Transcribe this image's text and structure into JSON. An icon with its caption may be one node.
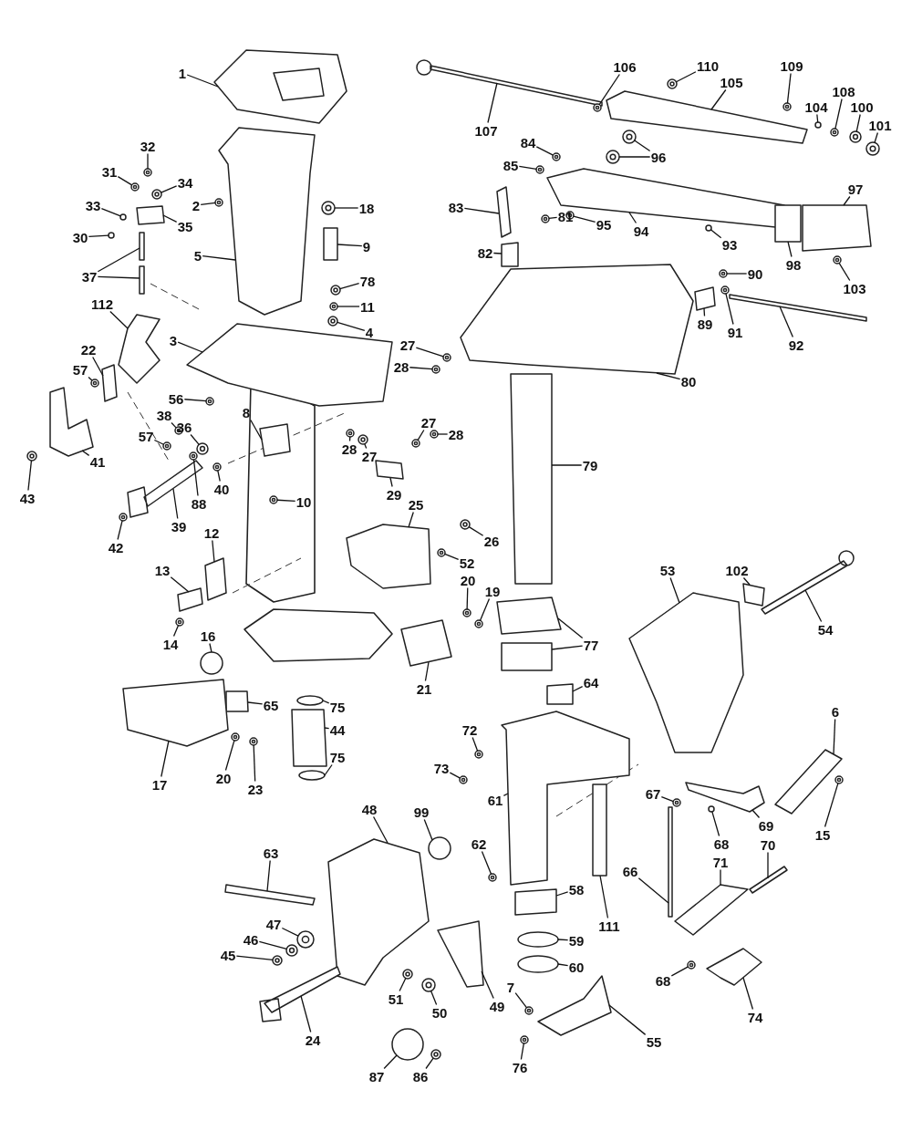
{
  "diagram": {
    "nodes": [
      {
        "text": [
          "1"
        ]
      },
      {
        "text": [
          "32"
        ]
      },
      {
        "text": [
          "31"
        ]
      },
      {
        "text": [
          "34"
        ]
      },
      {
        "text": [
          "2"
        ]
      },
      {
        "text": [
          "18"
        ]
      },
      {
        "text": [
          "33"
        ]
      },
      {
        "text": [
          "35"
        ]
      },
      {
        "text": [
          "30"
        ]
      },
      {
        "text": [
          "9"
        ]
      },
      {
        "text": [
          "5"
        ]
      },
      {
        "text": [
          "37"
        ]
      },
      {
        "text": [
          "78"
        ]
      },
      {
        "text": [
          "112"
        ]
      },
      {
        "text": [
          "11"
        ]
      },
      {
        "text": [
          "4"
        ]
      },
      {
        "text": [
          "3"
        ]
      },
      {
        "text": [
          "22"
        ]
      },
      {
        "text": [
          "57"
        ]
      },
      {
        "text": [
          "56"
        ]
      },
      {
        "text": [
          "8"
        ]
      },
      {
        "text": [
          "38"
        ]
      },
      {
        "text": [
          "36"
        ]
      },
      {
        "text": [
          "57"
        ]
      },
      {
        "text": [
          "41"
        ]
      },
      {
        "text": [
          "43"
        ]
      },
      {
        "text": [
          "40"
        ]
      },
      {
        "text": [
          "88"
        ]
      },
      {
        "text": [
          "10"
        ]
      },
      {
        "text": [
          "39"
        ]
      },
      {
        "text": [
          "42"
        ]
      },
      {
        "text": [
          "12"
        ]
      },
      {
        "text": [
          "13"
        ]
      },
      {
        "text": [
          "16"
        ]
      },
      {
        "text": [
          "14"
        ]
      },
      {
        "text": [
          "107"
        ]
      },
      {
        "text": [
          "106"
        ]
      },
      {
        "text": [
          "110"
        ]
      },
      {
        "text": [
          "109"
        ]
      },
      {
        "text": [
          "105"
        ]
      },
      {
        "text": [
          "108"
        ]
      },
      {
        "text": [
          "100"
        ]
      },
      {
        "text": [
          "104"
        ]
      },
      {
        "text": [
          "101"
        ]
      },
      {
        "text": [
          "84"
        ]
      },
      {
        "text": [
          "96"
        ]
      },
      {
        "text": [
          "85"
        ]
      },
      {
        "text": [
          "97"
        ]
      },
      {
        "text": [
          "83"
        ]
      },
      {
        "text": [
          "81"
        ]
      },
      {
        "text": [
          "95"
        ]
      },
      {
        "text": [
          "94"
        ]
      },
      {
        "text": [
          "93"
        ]
      },
      {
        "text": [
          "82"
        ]
      },
      {
        "text": [
          "98"
        ]
      },
      {
        "text": [
          "90"
        ]
      },
      {
        "text": [
          "103"
        ]
      },
      {
        "text": [
          "89"
        ]
      },
      {
        "text": [
          "91"
        ]
      },
      {
        "text": [
          "92"
        ]
      },
      {
        "text": [
          "27"
        ]
      },
      {
        "text": [
          "28"
        ]
      },
      {
        "text": [
          "80"
        ]
      },
      {
        "text": [
          "27"
        ]
      },
      {
        "text": [
          "28"
        ]
      },
      {
        "text": [
          "28"
        ]
      },
      {
        "text": [
          "27"
        ]
      },
      {
        "text": [
          "79"
        ]
      },
      {
        "text": [
          "29"
        ]
      },
      {
        "text": [
          "25"
        ]
      },
      {
        "text": [
          "26"
        ]
      },
      {
        "text": [
          "52"
        ]
      },
      {
        "text": [
          "53"
        ]
      },
      {
        "text": [
          "102"
        ]
      },
      {
        "text": [
          "20"
        ]
      },
      {
        "text": [
          "19"
        ]
      },
      {
        "text": [
          "54"
        ]
      },
      {
        "text": [
          "77"
        ]
      },
      {
        "text": [
          "64"
        ]
      },
      {
        "text": [
          "21"
        ]
      },
      {
        "text": [
          "65"
        ]
      },
      {
        "text": [
          "75"
        ]
      },
      {
        "text": [
          "6"
        ]
      },
      {
        "text": [
          "44"
        ]
      },
      {
        "text": [
          "72"
        ]
      },
      {
        "text": [
          "75"
        ]
      },
      {
        "text": [
          "73"
        ]
      },
      {
        "text": [
          "20"
        ]
      },
      {
        "text": [
          "17"
        ]
      },
      {
        "text": [
          "23"
        ]
      },
      {
        "text": [
          "67"
        ]
      },
      {
        "text": [
          "61"
        ]
      },
      {
        "text": [
          "48"
        ]
      },
      {
        "text": [
          "99"
        ]
      },
      {
        "text": [
          "69"
        ]
      },
      {
        "text": [
          "15"
        ]
      },
      {
        "text": [
          "68"
        ]
      },
      {
        "text": [
          "62"
        ]
      },
      {
        "text": [
          "70"
        ]
      },
      {
        "text": [
          "63"
        ]
      },
      {
        "text": [
          "71"
        ]
      },
      {
        "text": [
          "66"
        ]
      },
      {
        "text": [
          "58"
        ]
      },
      {
        "text": [
          "47"
        ]
      },
      {
        "text": [
          "111"
        ]
      },
      {
        "text": [
          "46"
        ]
      },
      {
        "text": [
          "59"
        ]
      },
      {
        "text": [
          "45"
        ]
      },
      {
        "text": [
          "60"
        ]
      },
      {
        "text": [
          "68"
        ]
      },
      {
        "text": [
          "7"
        ]
      },
      {
        "text": [
          "51"
        ]
      },
      {
        "text": [
          "49"
        ]
      },
      {
        "text": [
          "50"
        ]
      },
      {
        "text": [
          "74"
        ]
      },
      {
        "text": [
          "24"
        ]
      },
      {
        "text": [
          "55"
        ]
      },
      {
        "text": [
          "76"
        ]
      },
      {
        "text": [
          "87"
        ]
      },
      {
        "text": [
          "86"
        ]
      },
      {
        "text": [],
        "shape": "box"
      },
      {
        "text": [],
        "shape": "circle"
      },
      {
        "text": [],
        "shape": "circle"
      },
      {
        "text": [],
        "shape": "circle"
      },
      {
        "text": [],
        "shape": "circle"
      },
      {
        "text": [],
        "shape": "circle"
      },
      {
        "text": [],
        "shape": "circle"
      },
      {
        "text": [],
        "shape": "box"
      },
      {
        "text": [],
        "shape": "circle"
      },
      {
        "text": [],
        "shape": "box"
      },
      {
        "text": [],
        "shape": "box"
      },
      {
        "text": [],
        "shape": "bar"
      },
      {
        "text": [],
        "shape": "bar"
      },
      {
        "text": [],
        "shape": "circle"
      },
      {
        "text": [],
        "shape": "box"
      },
      {
        "text": [],
        "shape": "circle"
      },
      {
        "text": [],
        "shape": "circle"
      },
      {
        "text": [],
        "shape": "box"
      },
      {
        "text": [],
        "shape": "box"
      },
      {
        "text": [],
        "shape": "circle"
      },
      {
        "text": [],
        "shape": "circle"
      },
      {
        "text": [],
        "shape": "box"
      },
      {
        "text": [],
        "shape": "circle"
      },
      {
        "text": [],
        "shape": "circle"
      },
      {
        "text": [],
        "shape": "circle"
      },
      {
        "text": [],
        "shape": "box"
      },
      {
        "text": [],
        "shape": "circle"
      },
      {
        "text": [],
        "shape": "circle"
      },
      {
        "text": [],
        "shape": "circle"
      },
      {
        "text": [],
        "shape": "circle"
      },
      {
        "text": [],
        "shape": "box"
      },
      {
        "text": [],
        "shape": "circle"
      },
      {
        "text": [],
        "shape": "box"
      },
      {
        "text": [],
        "shape": "box"
      },
      {
        "text": [],
        "shape": "circle"
      },
      {
        "text": [],
        "shape": "circle"
      },
      {
        "text": [],
        "shape": "bar"
      },
      {
        "text": [],
        "shape": "circle"
      },
      {
        "text": [],
        "shape": "circle"
      },
      {
        "text": [],
        "shape": "circle"
      },
      {
        "text": [],
        "shape": "box"
      },
      {
        "text": [],
        "shape": "circle"
      },
      {
        "text": [],
        "shape": "circle"
      },
      {
        "text": [],
        "shape": "circle"
      },
      {
        "text": [],
        "shape": "circle"
      },
      {
        "text": [],
        "shape": "circle"
      },
      {
        "text": [],
        "shape": "circle"
      },
      {
        "text": [],
        "shape": "circle"
      },
      {
        "text": [],
        "shape": "circle"
      },
      {
        "text": [],
        "shape": "box"
      },
      {
        "text": [],
        "shape": "box"
      },
      {
        "text": [],
        "shape": "circle"
      },
      {
        "text": [],
        "shape": "circle"
      },
      {
        "text": [],
        "shape": "box"
      },
      {
        "text": [],
        "shape": "circle"
      },
      {
        "text": [],
        "shape": "box"
      },
      {
        "text": [],
        "shape": "box"
      },
      {
        "text": [],
        "shape": "circle"
      },
      {
        "text": [],
        "shape": "circle"
      },
      {
        "text": [],
        "shape": "box"
      },
      {
        "text": [],
        "shape": "circle"
      },
      {
        "text": [],
        "shape": "bar"
      },
      {
        "text": [],
        "shape": "circle"
      },
      {
        "text": [],
        "shape": "circle"
      },
      {
        "text": [],
        "shape": "box"
      },
      {
        "text": [],
        "shape": "circle"
      },
      {
        "text": [],
        "shape": "circle"
      },
      {
        "text": [],
        "shape": "circle"
      },
      {
        "text": [],
        "shape": "circle"
      },
      {
        "text": [],
        "shape": "box"
      },
      {
        "text": [],
        "shape": "box"
      },
      {
        "text": [],
        "shape": "box"
      },
      {
        "text": [],
        "shape": "circle"
      },
      {
        "text": [],
        "shape": "circle"
      },
      {
        "text": [],
        "shape": "box"
      },
      {
        "text": [],
        "shape": "box"
      },
      {
        "text": [],
        "shape": "circle"
      },
      {
        "text": [],
        "shape": "circle"
      },
      {
        "text": [],
        "shape": "bar"
      },
      {
        "text": [],
        "shape": "box"
      },
      {
        "text": [],
        "shape": "box"
      },
      {
        "text": [],
        "shape": "box"
      },
      {
        "text": [],
        "shape": "box"
      },
      {
        "text": [],
        "shape": "box"
      },
      {
        "text": [],
        "shape": "circle"
      },
      {
        "text": [],
        "shape": "box"
      },
      {
        "text": [],
        "shape": "box"
      },
      {
        "text": [],
        "shape": "circle"
      },
      {
        "text": [],
        "shape": "circle"
      },
      {
        "text": [],
        "shape": "circle"
      },
      {
        "text": [],
        "shape": "circle"
      },
      {
        "text": [],
        "shape": "box"
      },
      {
        "text": [],
        "shape": "circle"
      },
      {
        "text": [],
        "shape": "circle"
      },
      {
        "text": [],
        "shape": "box"
      },
      {
        "text": [],
        "shape": "box"
      },
      {
        "text": [],
        "shape": "circle"
      },
      {
        "text": [],
        "shape": "box"
      },
      {
        "text": [],
        "shape": "circle"
      },
      {
        "text": [],
        "shape": "circle"
      },
      {
        "text": [],
        "shape": "circle"
      },
      {
        "text": [],
        "shape": "bar"
      },
      {
        "text": [],
        "shape": "bar"
      },
      {
        "text": [],
        "shape": "box"
      },
      {
        "text": [],
        "shape": "bar"
      },
      {
        "text": [],
        "shape": "box"
      },
      {
        "text": [],
        "shape": "circle"
      },
      {
        "text": [],
        "shape": "bar"
      },
      {
        "text": [],
        "shape": "circle"
      },
      {
        "text": [],
        "shape": "circle"
      },
      {
        "text": [],
        "shape": "circle"
      },
      {
        "text": [],
        "shape": "circle"
      },
      {
        "text": [],
        "shape": "circle"
      },
      {
        "text": [],
        "shape": "circle"
      },
      {
        "text": [],
        "shape": "circle"
      },
      {
        "text": [],
        "shape": "box"
      },
      {
        "text": [],
        "shape": "circle"
      },
      {
        "text": [],
        "shape": "box"
      },
      {
        "text": [],
        "shape": "box"
      },
      {
        "text": [],
        "shape": "box"
      },
      {
        "text": [],
        "shape": "circle"
      },
      {
        "text": [],
        "shape": "circle"
      },
      {
        "text": [],
        "shape": "circle"
      }
    ],
    "edges": [
      {
        "from": 0,
        "to": 120,
        "arrow": "none"
      },
      {
        "from": 1,
        "to": 121,
        "arrow": "none"
      },
      {
        "from": 2,
        "to": 122,
        "arrow": "none"
      },
      {
        "from": 3,
        "to": 123,
        "arrow": "none"
      },
      {
        "from": 4,
        "to": 124,
        "arrow": "none"
      },
      {
        "from": 5,
        "to": 125,
        "arrow": "none"
      },
      {
        "from": 6,
        "to": 126,
        "arrow": "none"
      },
      {
        "from": 7,
        "to": 127,
        "arrow": "none"
      },
      {
        "from": 8,
        "to": 128,
        "arrow": "none"
      },
      {
        "from": 9,
        "to": 129,
        "arrow": "none"
      },
      {
        "from": 10,
        "to": 130,
        "arrow": "none"
      },
      {
        "from": 11,
        "to": 131,
        "arrow": "none"
      },
      {
        "from": 11,
        "to": 132,
        "arrow": "none"
      },
      {
        "from": 12,
        "to": 133,
        "arrow": "none"
      },
      {
        "from": 13,
        "to": 134,
        "arrow": "none"
      },
      {
        "from": 14,
        "to": 135,
        "arrow": "none"
      },
      {
        "from": 15,
        "to": 136,
        "arrow": "none"
      },
      {
        "from": 16,
        "to": 137,
        "arrow": "none"
      },
      {
        "from": 17,
        "to": 138,
        "arrow": "none"
      },
      {
        "from": 18,
        "to": 139,
        "arrow": "none"
      },
      {
        "from": 19,
        "to": 140,
        "arrow": "none"
      },
      {
        "from": 20,
        "to": 141,
        "arrow": "none"
      },
      {
        "from": 21,
        "to": 142,
        "arrow": "none"
      },
      {
        "from": 22,
        "to": 143,
        "arrow": "none"
      },
      {
        "from": 23,
        "to": 144,
        "arrow": "none"
      },
      {
        "from": 24,
        "to": 145,
        "arrow": "none"
      },
      {
        "from": 25,
        "to": 146,
        "arrow": "none"
      },
      {
        "from": 26,
        "to": 147,
        "arrow": "none"
      },
      {
        "from": 27,
        "to": 148,
        "arrow": "none"
      },
      {
        "from": 28,
        "to": 149,
        "arrow": "none"
      },
      {
        "from": 29,
        "to": 150,
        "arrow": "none"
      },
      {
        "from": 30,
        "to": 151,
        "arrow": "none"
      },
      {
        "from": 31,
        "to": 152,
        "arrow": "none"
      },
      {
        "from": 32,
        "to": 153,
        "arrow": "none"
      },
      {
        "from": 33,
        "to": 154,
        "arrow": "none"
      },
      {
        "from": 34,
        "to": 155,
        "arrow": "none"
      },
      {
        "from": 35,
        "to": 156,
        "arrow": "none"
      },
      {
        "from": 36,
        "to": 157,
        "arrow": "none"
      },
      {
        "from": 37,
        "to": 158,
        "arrow": "none"
      },
      {
        "from": 38,
        "to": 159,
        "arrow": "none"
      },
      {
        "from": 39,
        "to": 160,
        "arrow": "none"
      },
      {
        "from": 40,
        "to": 161,
        "arrow": "none"
      },
      {
        "from": 41,
        "to": 162,
        "arrow": "none"
      },
      {
        "from": 42,
        "to": 163,
        "arrow": "none"
      },
      {
        "from": 43,
        "to": 164,
        "arrow": "none"
      },
      {
        "from": 44,
        "to": 165,
        "arrow": "none"
      },
      {
        "from": 45,
        "to": 166,
        "arrow": "none"
      },
      {
        "from": 45,
        "to": 167,
        "arrow": "none"
      },
      {
        "from": 46,
        "to": 168,
        "arrow": "none"
      },
      {
        "from": 47,
        "to": 169,
        "arrow": "none"
      },
      {
        "from": 48,
        "to": 170,
        "arrow": "none"
      },
      {
        "from": 49,
        "to": 171,
        "arrow": "none"
      },
      {
        "from": 50,
        "to": 172,
        "arrow": "none"
      },
      {
        "from": 51,
        "to": 173,
        "arrow": "none"
      },
      {
        "from": 52,
        "to": 174,
        "arrow": "none"
      },
      {
        "from": 53,
        "to": 175,
        "arrow": "none"
      },
      {
        "from": 54,
        "to": 176,
        "arrow": "none"
      },
      {
        "from": 55,
        "to": 177,
        "arrow": "none"
      },
      {
        "from": 56,
        "to": 178,
        "arrow": "none"
      },
      {
        "from": 57,
        "to": 179,
        "arrow": "none"
      },
      {
        "from": 58,
        "to": 180,
        "arrow": "none"
      },
      {
        "from": 59,
        "to": 181,
        "arrow": "none"
      },
      {
        "from": 60,
        "to": 182,
        "arrow": "none"
      },
      {
        "from": 61,
        "to": 183,
        "arrow": "none"
      },
      {
        "from": 62,
        "to": 184,
        "arrow": "none"
      },
      {
        "from": 63,
        "to": 185,
        "arrow": "none"
      },
      {
        "from": 64,
        "to": 186,
        "arrow": "none"
      },
      {
        "from": 65,
        "to": 187,
        "arrow": "none"
      },
      {
        "from": 66,
        "to": 188,
        "arrow": "none"
      },
      {
        "from": 67,
        "to": 189,
        "arrow": "none"
      },
      {
        "from": 68,
        "to": 190,
        "arrow": "none"
      },
      {
        "from": 69,
        "to": 191,
        "arrow": "none"
      },
      {
        "from": 70,
        "to": 192,
        "arrow": "none"
      },
      {
        "from": 71,
        "to": 193,
        "arrow": "none"
      },
      {
        "from": 72,
        "to": 194,
        "arrow": "none"
      },
      {
        "from": 73,
        "to": 195,
        "arrow": "none"
      },
      {
        "from": 74,
        "to": 196,
        "arrow": "none"
      },
      {
        "from": 75,
        "to": 197,
        "arrow": "none"
      },
      {
        "from": 76,
        "to": 198,
        "arrow": "none"
      },
      {
        "from": 77,
        "to": 199,
        "arrow": "none"
      },
      {
        "from": 77,
        "to": 200,
        "arrow": "none"
      },
      {
        "from": 78,
        "to": 201,
        "arrow": "none"
      },
      {
        "from": 79,
        "to": 202,
        "arrow": "none"
      },
      {
        "from": 80,
        "to": 203,
        "arrow": "none"
      },
      {
        "from": 81,
        "to": 204,
        "arrow": "none"
      },
      {
        "from": 82,
        "to": 205,
        "arrow": "none"
      },
      {
        "from": 83,
        "to": 206,
        "arrow": "none"
      },
      {
        "from": 84,
        "to": 207,
        "arrow": "none"
      },
      {
        "from": 85,
        "to": 208,
        "arrow": "none"
      },
      {
        "from": 86,
        "to": 209,
        "arrow": "none"
      },
      {
        "from": 87,
        "to": 210,
        "arrow": "none"
      },
      {
        "from": 88,
        "to": 211,
        "arrow": "none"
      },
      {
        "from": 89,
        "to": 212,
        "arrow": "none"
      },
      {
        "from": 90,
        "to": 213,
        "arrow": "none"
      },
      {
        "from": 91,
        "to": 214,
        "arrow": "none"
      },
      {
        "from": 92,
        "to": 215,
        "arrow": "none"
      },
      {
        "from": 93,
        "to": 216,
        "arrow": "none"
      },
      {
        "from": 94,
        "to": 217,
        "arrow": "none"
      },
      {
        "from": 95,
        "to": 218,
        "arrow": "none"
      },
      {
        "from": 96,
        "to": 219,
        "arrow": "none"
      },
      {
        "from": 97,
        "to": 220,
        "arrow": "none"
      },
      {
        "from": 98,
        "to": 221,
        "arrow": "none"
      },
      {
        "from": 99,
        "to": 222,
        "arrow": "none"
      },
      {
        "from": 100,
        "to": 223,
        "arrow": "none"
      },
      {
        "from": 101,
        "to": 224,
        "arrow": "none"
      },
      {
        "from": 102,
        "to": 225,
        "arrow": "none"
      },
      {
        "from": 103,
        "to": 226,
        "arrow": "none"
      },
      {
        "from": 104,
        "to": 227,
        "arrow": "none"
      },
      {
        "from": 105,
        "to": 228,
        "arrow": "none"
      },
      {
        "from": 106,
        "to": 229,
        "arrow": "none"
      },
      {
        "from": 107,
        "to": 230,
        "arrow": "none"
      },
      {
        "from": 108,
        "to": 231,
        "arrow": "none"
      },
      {
        "from": 109,
        "to": 232,
        "arrow": "none"
      },
      {
        "from": 110,
        "to": 233,
        "arrow": "none"
      },
      {
        "from": 111,
        "to": 234,
        "arrow": "none"
      },
      {
        "from": 112,
        "to": 235,
        "arrow": "none"
      },
      {
        "from": 113,
        "to": 236,
        "arrow": "none"
      },
      {
        "from": 114,
        "to": 237,
        "arrow": "none"
      },
      {
        "from": 115,
        "to": 238,
        "arrow": "none"
      },
      {
        "from": 116,
        "to": 239,
        "arrow": "none"
      },
      {
        "from": 117,
        "to": 240,
        "arrow": "none"
      },
      {
        "from": 118,
        "to": 241,
        "arrow": "none"
      },
      {
        "from": 119,
        "to": 242,
        "arrow": "none"
      }
    ]
  }
}
